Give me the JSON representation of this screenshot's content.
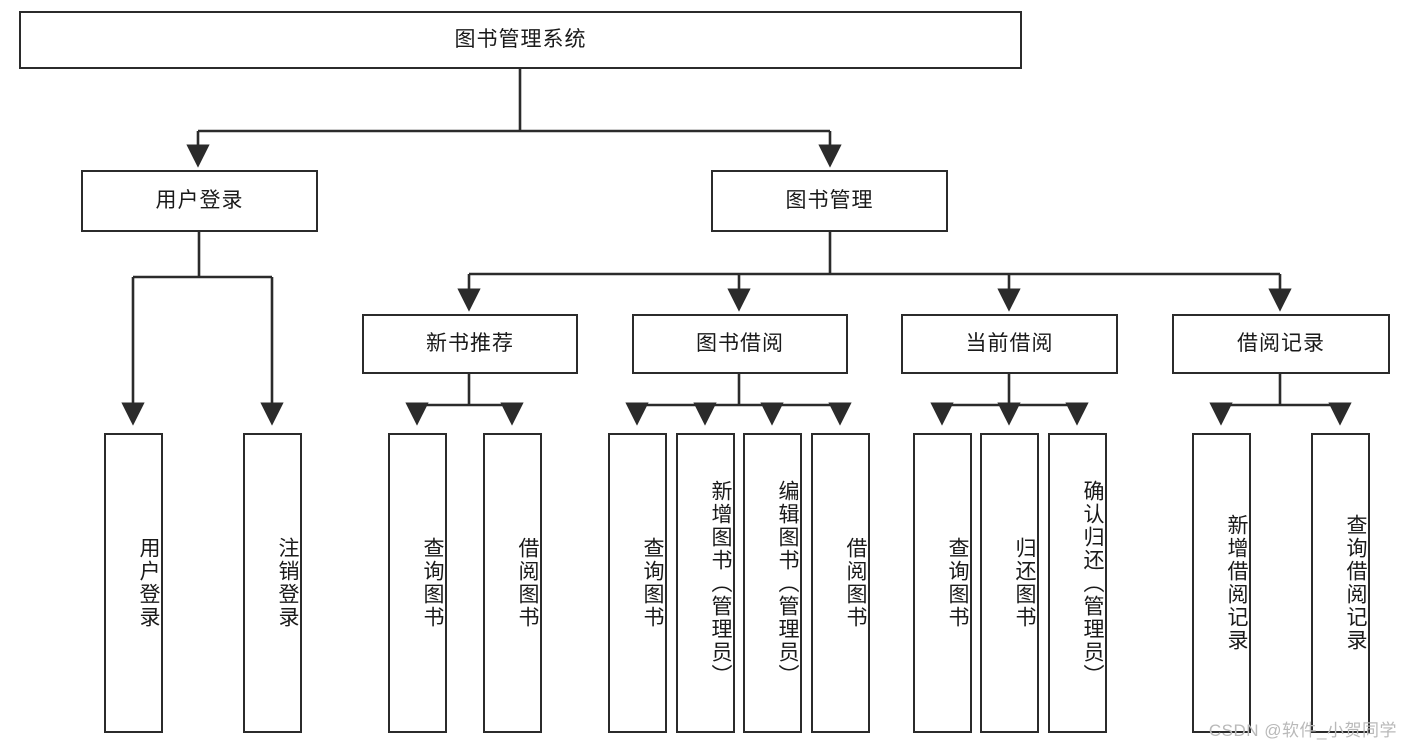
{
  "diagram": {
    "title": "图书管理系统",
    "type": "tree-hierarchy-diagram",
    "colors": {
      "border": "#2b2b2b",
      "background": "#ffffff",
      "text": "#1a1a1a",
      "watermark": "#b9b9b9"
    },
    "root": {
      "label": "图书管理系统"
    },
    "level2": [
      {
        "label": "用户登录"
      },
      {
        "label": "图书管理"
      }
    ],
    "level3": [
      {
        "label": "新书推荐"
      },
      {
        "label": "图书借阅"
      },
      {
        "label": "当前借阅"
      },
      {
        "label": "借阅记录"
      }
    ],
    "leaves": {
      "user_login": [
        {
          "label": "用户登录"
        },
        {
          "label": "注销登录"
        }
      ],
      "new_book_recommend": [
        {
          "label": "查询图书"
        },
        {
          "label": "借阅图书"
        }
      ],
      "book_borrow": [
        {
          "label": "查询图书"
        },
        {
          "label": "新增图书（管理员）"
        },
        {
          "label": "编辑图书（管理员）"
        },
        {
          "label": "借阅图书"
        }
      ],
      "current_borrow": [
        {
          "label": "查询图书"
        },
        {
          "label": "归还图书"
        },
        {
          "label": "确认归还（管理员）"
        }
      ],
      "borrow_records": [
        {
          "label": "新增借阅记录"
        },
        {
          "label": "查询借阅记录"
        }
      ]
    }
  },
  "watermark": {
    "text": "CSDN @软件_小贺同学"
  }
}
